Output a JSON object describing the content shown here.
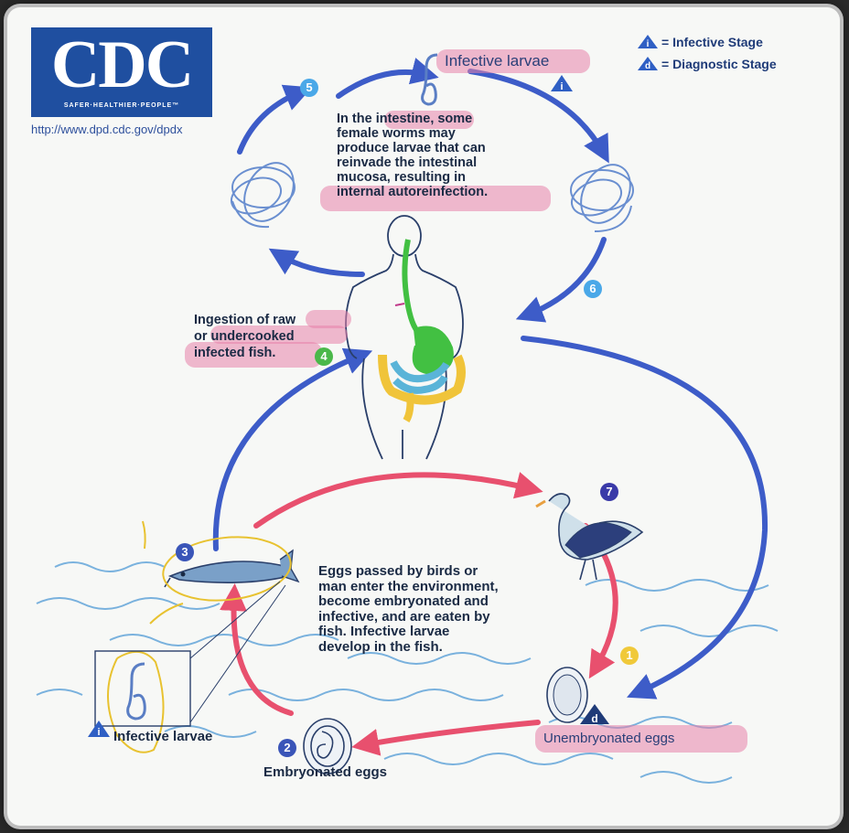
{
  "logo": {
    "text": "CDC",
    "tagline": "SAFER·HEALTHIER·PEOPLE™"
  },
  "url": "http://www.dpd.cdc.gov/dpdx",
  "legend": {
    "infective": {
      "letter": "i",
      "text": "= Infective Stage"
    },
    "diagnostic": {
      "letter": "d",
      "text": "= Diagnostic Stage"
    }
  },
  "labels": {
    "infective_larvae_top": "Infective larvae",
    "intestine_text": "In the intestine, some female worms may produce larvae that can reinvade the intestinal mucosa, resulting in internal autoreinfection.",
    "intestine_lines": [
      "In the intestine, some",
      "female worms may",
      "produce larvae that can",
      "reinvade the intestinal",
      "mucosa, resulting in",
      "internal autoreinfection."
    ],
    "ingestion_lines": [
      "Ingestion of raw",
      "or undercooked",
      "infected fish."
    ],
    "eggs_text_lines": [
      "Eggs passed by birds or",
      "man enter the environment,",
      "become embryonated and",
      "infective, and are eaten by",
      "fish.  Infective larvae",
      "develop in the fish."
    ],
    "infective_larvae_bottom": "Infective larvae",
    "embryonated_eggs": "Embryonated eggs",
    "unembryonated_eggs": "Unembryonated eggs",
    "stage_i": "i",
    "stage_d": "d"
  },
  "steps": [
    {
      "n": "1",
      "color": "#f0c93a"
    },
    {
      "n": "2",
      "color": "#3a55b8"
    },
    {
      "n": "3",
      "color": "#3a55b8"
    },
    {
      "n": "4",
      "color": "#4ab84a"
    },
    {
      "n": "5",
      "color": "#4aa8e8"
    },
    {
      "n": "6",
      "color": "#4aa8e8"
    },
    {
      "n": "7",
      "color": "#3a3aa8"
    }
  ],
  "colors": {
    "blue_arrow": "#3d5cc8",
    "pink_arrow": "#e8506e",
    "water": "#5aa0d8"
  }
}
